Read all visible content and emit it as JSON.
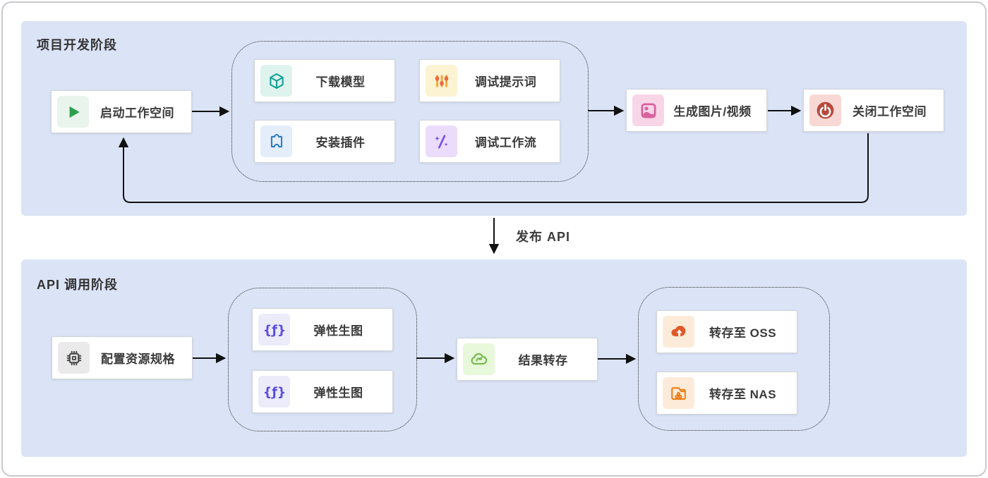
{
  "diagram": {
    "sections": {
      "dev": {
        "title": "项目开发阶段"
      },
      "api": {
        "title": "API 调用阶段"
      }
    },
    "connector": {
      "label": "发布 API"
    },
    "nodes": {
      "start_workspace": {
        "label": "启动工作空间",
        "icon": "play-icon"
      },
      "download_model": {
        "label": "下载模型",
        "icon": "cube-icon"
      },
      "debug_prompt": {
        "label": "调试提示词",
        "icon": "sliders-icon"
      },
      "install_plugin": {
        "label": "安装插件",
        "icon": "puzzle-icon"
      },
      "debug_workflow": {
        "label": "调试工作流",
        "icon": "sparkles-slash-icon"
      },
      "generate_media": {
        "label": "生成图片/视频",
        "icon": "image-icon"
      },
      "close_workspace": {
        "label": "关闭工作空间",
        "icon": "power-icon"
      },
      "config_resource": {
        "label": "配置资源规格",
        "icon": "chip-icon"
      },
      "elastic_gen_1": {
        "label": "弹性生图",
        "icon": "function-icon"
      },
      "elastic_gen_2": {
        "label": "弹性生图",
        "icon": "function-icon"
      },
      "result_transfer": {
        "label": "结果转存",
        "icon": "cloud-sync-icon"
      },
      "transfer_oss": {
        "label": "转存至 OSS",
        "icon": "cloud-upload-icon"
      },
      "transfer_nas": {
        "label": "转存至 NAS",
        "icon": "folder-network-icon"
      }
    },
    "colors": {
      "panel_bg": "#dbe4f6",
      "node_border": "#d2d4d8",
      "arrow": "#111111",
      "play_green": "#2ca04d",
      "cube_teal": "#0fa092",
      "slider_orange": "#ef683c",
      "slider_bar": "#f5a93e",
      "puzzle_blue": "#2e7ec0",
      "sparkle_purple": "#7b50ef",
      "image_pink": "#d7609c",
      "power_red": "#b54b3e",
      "chip_gray": "#4a4a4a",
      "function_indigo": "#5b4ee1",
      "cloud_green": "#76bd52",
      "oss_orange": "#df5a2a",
      "nas_orange": "#ee7d15"
    }
  }
}
